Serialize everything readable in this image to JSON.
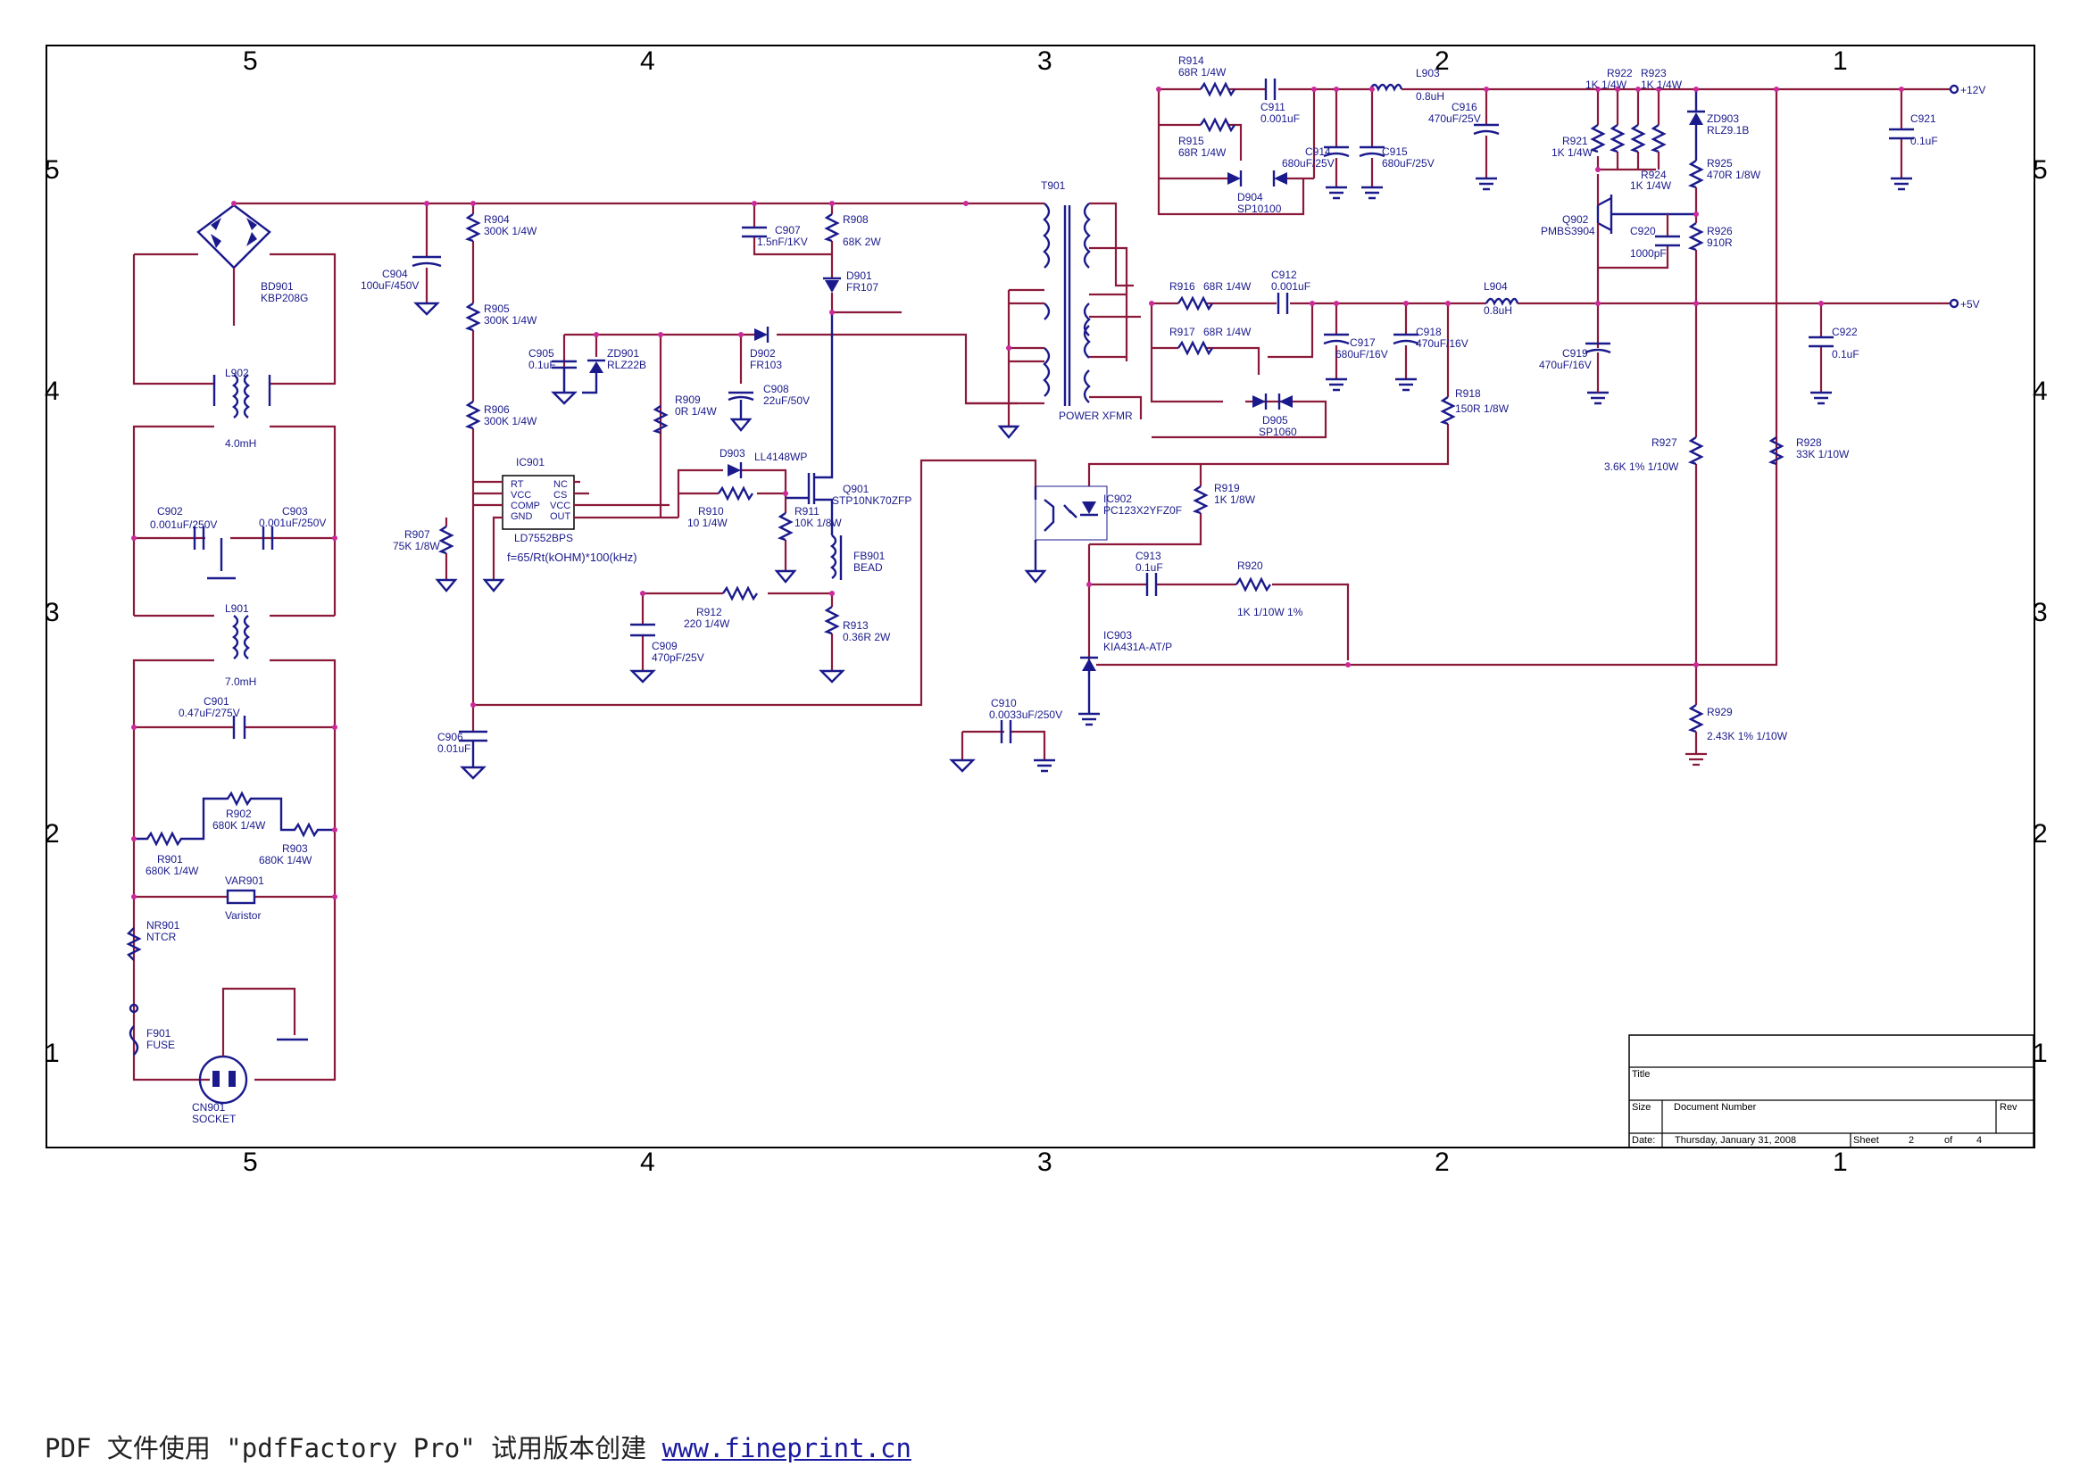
{
  "zones": {
    "top": [
      "5",
      "4",
      "3",
      "2",
      "1"
    ],
    "side": [
      "5",
      "4",
      "3",
      "2",
      "1"
    ]
  },
  "rails": {
    "v12": "+12V",
    "v5": "+5V"
  },
  "components": [
    {
      "ref": "BD901",
      "val": "KBP208G"
    },
    {
      "ref": "L902",
      "val": "4.0mH"
    },
    {
      "ref": "C902",
      "val": "0.001uF/250V"
    },
    {
      "ref": "C903",
      "val": "0.001uF/250V"
    },
    {
      "ref": "L901",
      "val": "7.0mH"
    },
    {
      "ref": "C901",
      "val": "0.47uF/275V"
    },
    {
      "ref": "R902",
      "val": "680K 1/4W"
    },
    {
      "ref": "R901",
      "val": "680K 1/4W"
    },
    {
      "ref": "R903",
      "val": "680K 1/4W"
    },
    {
      "ref": "VAR901",
      "val": "Varistor"
    },
    {
      "ref": "NR901",
      "val": "NTCR"
    },
    {
      "ref": "F901",
      "val": "FUSE"
    },
    {
      "ref": "CN901",
      "val": "SOCKET"
    },
    {
      "ref": "C904",
      "val": "100uF/450V"
    },
    {
      "ref": "R904",
      "val": "300K 1/4W"
    },
    {
      "ref": "R905",
      "val": "300K 1/4W"
    },
    {
      "ref": "R906",
      "val": "300K 1/4W"
    },
    {
      "ref": "R907",
      "val": "75K 1/8W"
    },
    {
      "ref": "C906",
      "val": "0.01uF"
    },
    {
      "ref": "C905",
      "val": "0.1uF"
    },
    {
      "ref": "ZD901",
      "val": "RLZ22B"
    },
    {
      "ref": "D902",
      "val": "FR103"
    },
    {
      "ref": "C908",
      "val": "22uF/50V"
    },
    {
      "ref": "C907",
      "val": "1.5nF/1KV"
    },
    {
      "ref": "R908",
      "val": "68K 2W"
    },
    {
      "ref": "D901",
      "val": "FR107"
    },
    {
      "ref": "R909",
      "val": "0R 1/4W"
    },
    {
      "ref": "IC901",
      "val": "LD7552BPS"
    },
    {
      "ref": "D903",
      "val": "LL4148WP"
    },
    {
      "ref": "R910",
      "val": "10 1/4W"
    },
    {
      "ref": "Q901",
      "val": "STP10NK70ZFP"
    },
    {
      "ref": "R911",
      "val": "10K 1/8W"
    },
    {
      "ref": "FB901",
      "val": "BEAD"
    },
    {
      "ref": "R912",
      "val": "220 1/4W"
    },
    {
      "ref": "C909",
      "val": "470pF/25V"
    },
    {
      "ref": "R913",
      "val": "0.36R 2W"
    },
    {
      "ref": "T901",
      "val": "POWER XFMR"
    },
    {
      "ref": "C910",
      "val": "0.0033uF/250V"
    },
    {
      "ref": "R914",
      "val": "68R 1/4W"
    },
    {
      "ref": "R915",
      "val": "68R 1/4W"
    },
    {
      "ref": "C911",
      "val": "0.001uF"
    },
    {
      "ref": "D904",
      "val": "SP10100"
    },
    {
      "ref": "C914",
      "val": "680uF/25V"
    },
    {
      "ref": "C915",
      "val": "680uF/25V"
    },
    {
      "ref": "L903",
      "val": "0.8uH"
    },
    {
      "ref": "C916",
      "val": "470uF/25V"
    },
    {
      "ref": "R916",
      "val": "68R 1/4W"
    },
    {
      "ref": "R917",
      "val": "68R 1/4W"
    },
    {
      "ref": "C912",
      "val": "0.001uF"
    },
    {
      "ref": "D905",
      "val": "SP1060"
    },
    {
      "ref": "C917",
      "val": "680uF/16V"
    },
    {
      "ref": "C918",
      "val": "470uF/16V"
    },
    {
      "ref": "L904",
      "val": "0.8uH"
    },
    {
      "ref": "R918",
      "val": "150R 1/8W"
    },
    {
      "ref": "IC902",
      "val": "PC123X2YFZ0F"
    },
    {
      "ref": "R919",
      "val": "1K 1/8W"
    },
    {
      "ref": "C913",
      "val": "0.1uF"
    },
    {
      "ref": "R920",
      "val": "1K 1/10W 1%"
    },
    {
      "ref": "IC903",
      "val": "KIA431A-AT/P"
    },
    {
      "ref": "R921",
      "val": "1K 1/4W"
    },
    {
      "ref": "R922",
      "val": "1K 1/4W"
    },
    {
      "ref": "R923",
      "val": "1K 1/4W"
    },
    {
      "ref": "R924",
      "val": "1K 1/4W"
    },
    {
      "ref": "Q902",
      "val": "PMBS3904"
    },
    {
      "ref": "C920",
      "val": "1000pF"
    },
    {
      "ref": "C919",
      "val": "470uF/16V"
    },
    {
      "ref": "ZD903",
      "val": "RLZ9.1B"
    },
    {
      "ref": "R925",
      "val": "470R 1/8W"
    },
    {
      "ref": "R926",
      "val": "910R"
    },
    {
      "ref": "R927",
      "val": "3.6K 1% 1/10W"
    },
    {
      "ref": "R928",
      "val": "33K 1/10W"
    },
    {
      "ref": "R929",
      "val": "2.43K 1% 1/10W"
    },
    {
      "ref": "C921",
      "val": "0.1uF"
    },
    {
      "ref": "C922",
      "val": "0.1uF"
    }
  ],
  "ic901_pins": {
    "left": [
      "RT",
      "VCC",
      "COMP",
      "GND"
    ],
    "right": [
      "NC",
      "CS",
      "VCC",
      "OUT"
    ]
  },
  "ic901_note": "f=65/Rt(kOHM)*100(kHz)",
  "title_block": {
    "title_label": "Title",
    "size_label": "Size",
    "doc_label": "Document Number",
    "rev_label": "Rev",
    "date_label": "Date:",
    "date_value": "Thursday, January 31, 2008",
    "sheet_label": "Sheet",
    "sheet_num": "2",
    "of_label": "of",
    "sheet_total": "4"
  },
  "footer": {
    "text": "PDF 文件使用 \"pdfFactory Pro\" 试用版本创建 ",
    "link": "www.fineprint.cn"
  }
}
